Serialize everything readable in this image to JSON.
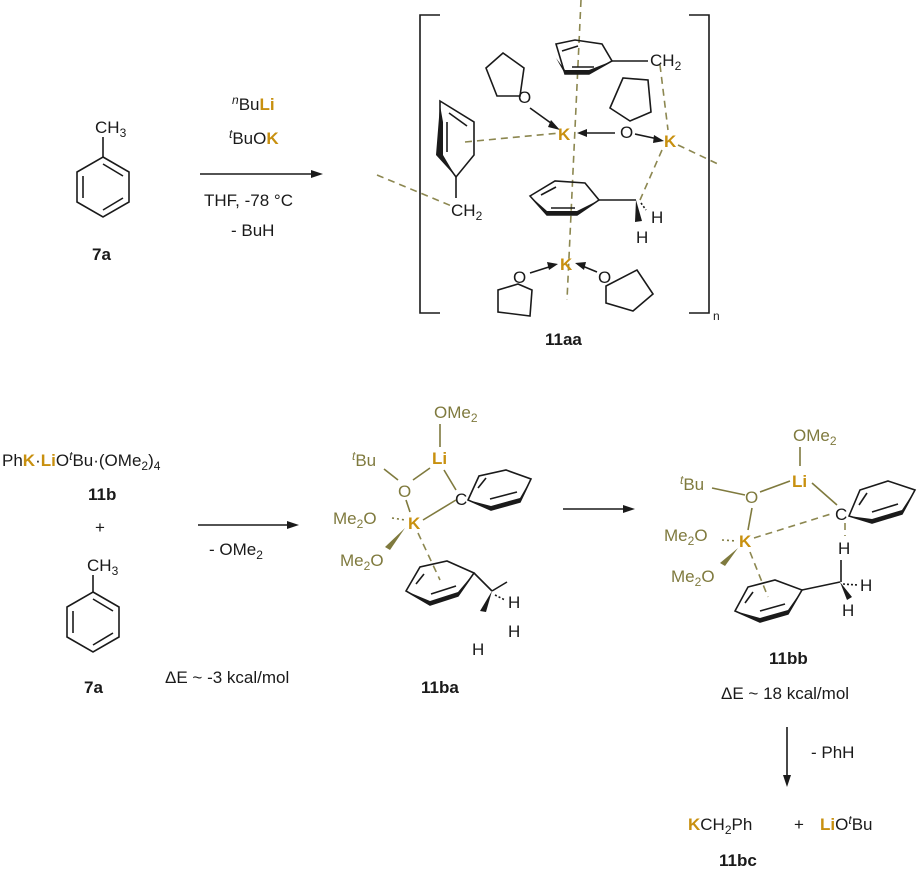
{
  "colors": {
    "metal": "#c8900f",
    "ligand": "#7f7a3e",
    "interaction": "#8c8750",
    "text": "#1a1a1a"
  },
  "reaction1": {
    "reactant": {
      "label": "7a",
      "substituent": "CH",
      "substituent_sub": "3"
    },
    "reagents_above": [
      {
        "prefix": "n",
        "text": "Bu",
        "metal": "Li",
        "suffix": ""
      },
      {
        "prefix": "t",
        "text": "BuO",
        "metal": "K",
        "suffix": ""
      }
    ],
    "conditions_below": [
      "THF, -78 °C",
      "- BuH"
    ],
    "product": {
      "label": "11aa",
      "repeat_subscript": "n",
      "metal": "K",
      "oxygen": "O",
      "ch2": "CH",
      "ch2_sub": "2",
      "hydrogen": "H"
    }
  },
  "reaction2": {
    "reactant1": {
      "label": "11b",
      "formula": {
        "ph": "Ph",
        "k": "K",
        "dot": "·",
        "li": "Li",
        "o": "O",
        "t": "t",
        "bu": "Bu·(OMe",
        "sub2": "2",
        "close": ")",
        "sub4": "4"
      }
    },
    "plus": "+",
    "reactant2": {
      "label": "7a",
      "substituent": "CH",
      "substituent_sub": "3"
    },
    "step1": {
      "condition": "- OMe",
      "condition_sub": "2",
      "energy": "ΔE ~ -3 kcal/mol"
    },
    "intermediate1": {
      "label": "11ba",
      "ome": "OMe",
      "ome_sub": "2",
      "li": "Li",
      "tbu_prefix": "t",
      "tbu": "Bu",
      "o": "O",
      "c": "C",
      "k": "K",
      "me2o": "Me",
      "me2o_sub": "2",
      "me2o_tail": "O",
      "h": "H"
    },
    "intermediate2": {
      "label": "11bb",
      "energy": "ΔE ~ 18 kcal/mol"
    },
    "step3": {
      "condition": "- PhH"
    },
    "products": {
      "label": "11bc",
      "k": "K",
      "ch": "CH",
      "ch_sub": "2",
      "ph": "Ph",
      "plus": "+",
      "li": "Li",
      "o": "O",
      "t": "t",
      "bu": "Bu"
    }
  }
}
